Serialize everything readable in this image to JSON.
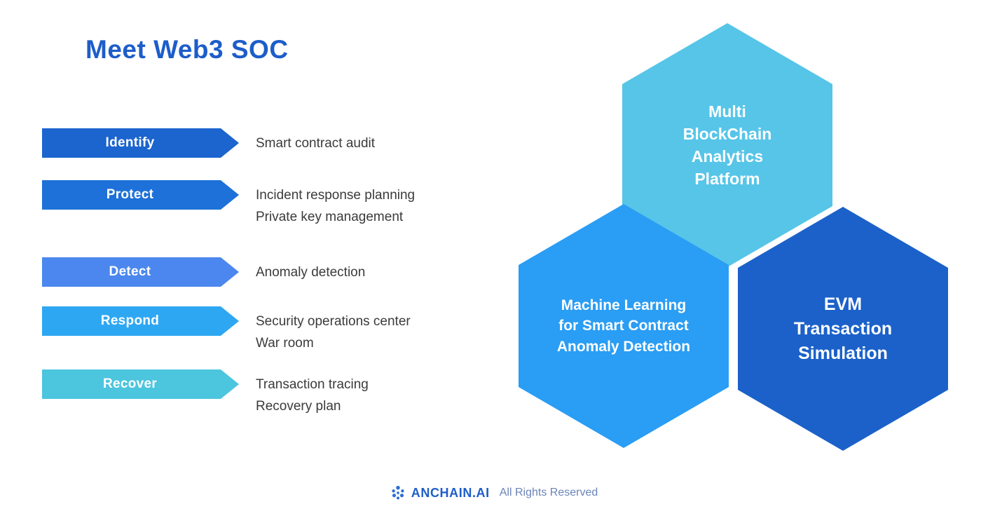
{
  "title": "Meet Web3 SOC",
  "colors": {
    "title_blue": "#1d5dc9",
    "brand_blue": "#1d5dc9",
    "rights_blue_gray": "#6b84b8",
    "description_text": "#3b3b3b"
  },
  "process": {
    "items": [
      {
        "label": "Identify",
        "color": "#1c64ce",
        "lines": [
          "Smart contract audit"
        ]
      },
      {
        "label": "Protect",
        "color": "#1d71d8",
        "lines": [
          "Incident response planning",
          "Private key management"
        ]
      },
      {
        "label": "Detect",
        "color": "#4b87ee",
        "lines": [
          "Anomaly detection"
        ]
      },
      {
        "label": "Respond",
        "color": "#2ea7f2",
        "lines": [
          "Security operations center",
          "War room"
        ]
      },
      {
        "label": "Recover",
        "color": "#4cc5de",
        "lines": [
          "Transaction tracing",
          "Recovery plan"
        ]
      }
    ]
  },
  "hexagons": [
    {
      "name": "multi-blockchain-analytics-platform",
      "color": "#56c5e8",
      "lines": [
        "Multi",
        "BlockChain",
        "Analytics",
        "Platform"
      ]
    },
    {
      "name": "machine-learning-anomaly-detection",
      "color": "#2a9df4",
      "lines": [
        "Machine Learning",
        "for Smart Contract",
        "Anomaly Detection"
      ]
    },
    {
      "name": "evm-transaction-simulation",
      "color": "#1b61c9",
      "lines": [
        "EVM",
        "Transaction",
        "Simulation"
      ]
    }
  ],
  "footer": {
    "brand": "ANCHAIN.AI",
    "rights": "All Rights Reserved"
  }
}
